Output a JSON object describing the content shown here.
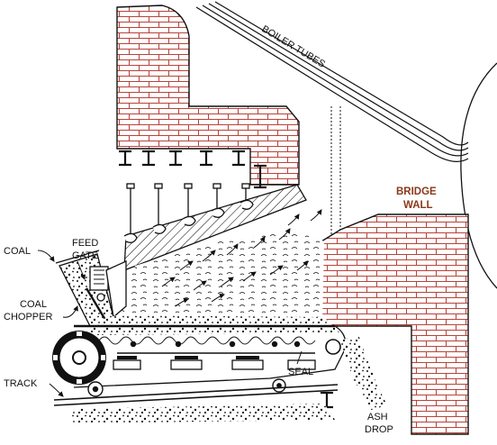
{
  "labels": {
    "boiler_tubes": "BOILER TUBES",
    "bridge_wall_line1": "BRIDGE",
    "bridge_wall_line2": "WALL",
    "coal": "COAL",
    "feed_gate_line1": "FEED",
    "feed_gate_line2": "GATE",
    "coal_chopper_line1": "COAL",
    "coal_chopper_line2": "CHOPPER",
    "track": "TRACK",
    "seal": "SEAL",
    "ash_drop_line1": "ASH",
    "ash_drop_line2": "DROP"
  },
  "colors": {
    "brick_mortar": "#b7443a",
    "bridge_wall_label": "#8a3a1c",
    "ink": "#111111"
  }
}
